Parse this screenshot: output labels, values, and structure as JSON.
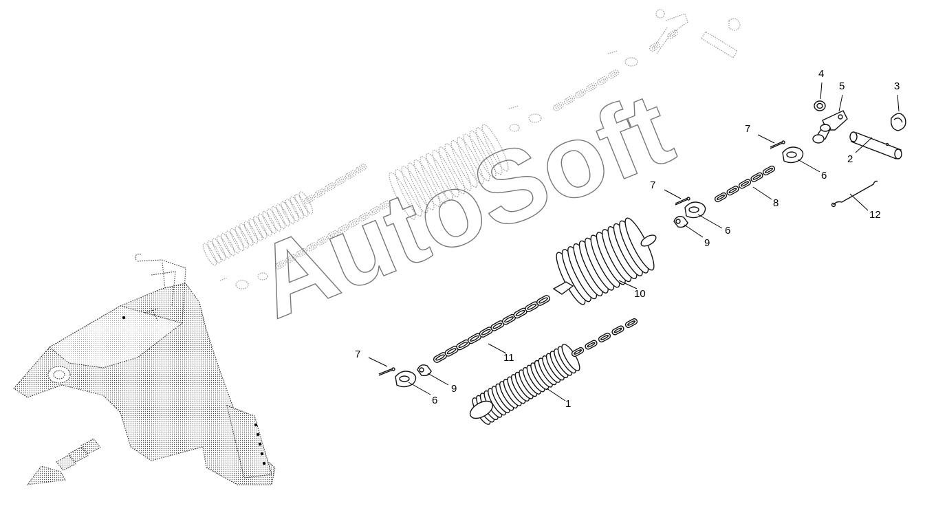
{
  "diagram": {
    "watermark": "AutoSoft",
    "callouts": [
      {
        "id": "c1",
        "label": "1"
      },
      {
        "id": "c2",
        "label": "2"
      },
      {
        "id": "c3",
        "label": "3"
      },
      {
        "id": "c4",
        "label": "4"
      },
      {
        "id": "c5",
        "label": "5"
      },
      {
        "id": "c6a",
        "label": "6"
      },
      {
        "id": "c6b",
        "label": "6"
      },
      {
        "id": "c6c",
        "label": "6"
      },
      {
        "id": "c7a",
        "label": "7"
      },
      {
        "id": "c7b",
        "label": "7"
      },
      {
        "id": "c7c",
        "label": "7"
      },
      {
        "id": "c8",
        "label": "8"
      },
      {
        "id": "c9a",
        "label": "9"
      },
      {
        "id": "c9b",
        "label": "9"
      },
      {
        "id": "c10",
        "label": "10"
      },
      {
        "id": "c11",
        "label": "11"
      },
      {
        "id": "c12",
        "label": "12"
      }
    ]
  }
}
